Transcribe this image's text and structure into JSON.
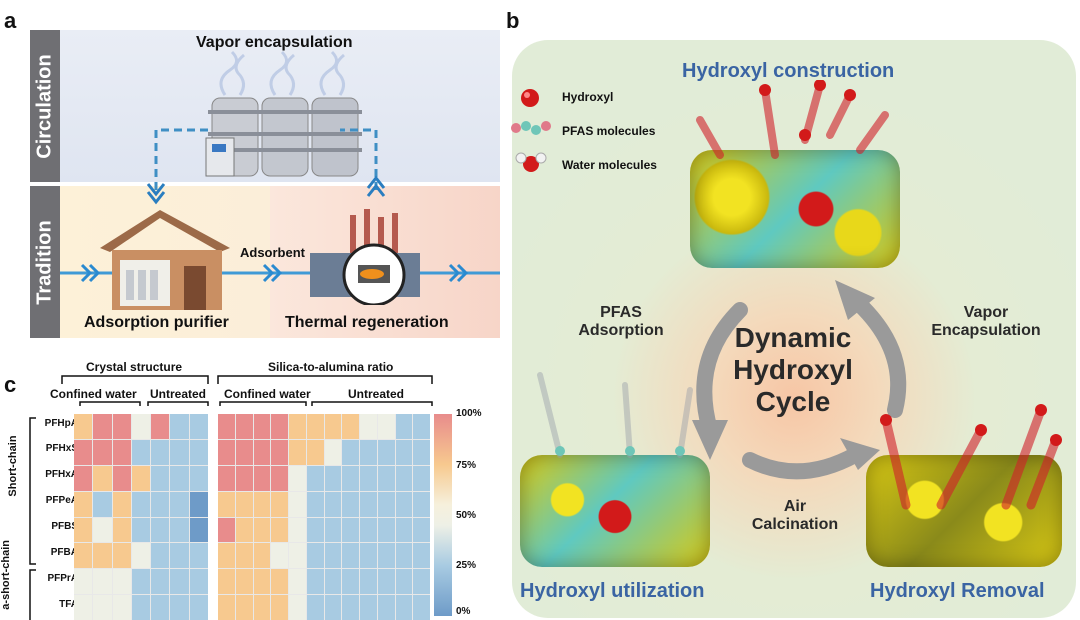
{
  "panel_a": {
    "label": "a",
    "circulation": "Circulation",
    "tradition": "Tradition",
    "vapor": "Vapor encapsulation",
    "adsorbent": "Adsorbent",
    "purifier": "Adsorption purifier",
    "thermal": "Thermal regeneration"
  },
  "panel_b": {
    "label": "b",
    "top": "Hydroxyl construction",
    "legend": [
      "Hydroxyl",
      "PFAS molecules",
      "Water molecules"
    ],
    "pfas": "PFAS\nAdsorption",
    "vapor": "Vapor\nEncapsulation",
    "center": "Dynamic\nHydroxyl\nCycle",
    "air": "Air\nCalcination",
    "left": "Hydroxyl utilization",
    "right": "Hydroxyl Removal"
  },
  "panel_c": {
    "label": "c",
    "crystal": "Crystal structure",
    "silica": "Silica-to-alumina ratio",
    "confined1": "Confined water",
    "untreated1": "Untreated",
    "confined2": "Confined water",
    "untreated2": "Untreated",
    "short_chain": "Short-chain",
    "ultra_short": "Ultra-short-chain",
    "ultra_short_visible": "a-short-chain",
    "rows": [
      "PFHpA",
      "PFHxS",
      "PFHxA",
      "PFPeA",
      "PFBS",
      "PFBA",
      "PFPrA",
      "TFA"
    ],
    "colorbar_ticks": [
      "100%",
      "75%",
      "50%",
      "25%",
      "0%"
    ],
    "colors": {
      "high": "#e88c8c",
      "mid_high": "#f7c98f",
      "mid": "#eef0e6",
      "low": "#a8cbe2",
      "lowest": "#6e9bc8"
    },
    "left_matrix": [
      [
        70,
        100,
        100,
        35,
        90,
        30,
        20
      ],
      [
        100,
        85,
        100,
        30,
        30,
        25,
        15
      ],
      [
        100,
        75,
        100,
        60,
        20,
        20,
        15
      ],
      [
        65,
        30,
        70,
        25,
        20,
        20,
        10
      ],
      [
        55,
        35,
        60,
        25,
        20,
        20,
        10
      ],
      [
        60,
        60,
        60,
        35,
        20,
        20,
        20
      ],
      [
        45,
        40,
        40,
        25,
        25,
        20,
        20
      ],
      [
        40,
        40,
        40,
        20,
        20,
        20,
        20
      ]
    ],
    "right_matrix": [
      [
        100,
        100,
        100,
        100,
        60,
        70,
        70,
        60,
        50,
        40,
        30,
        25
      ],
      [
        100,
        100,
        100,
        100,
        60,
        55,
        50,
        30,
        30,
        30,
        25,
        25
      ],
      [
        100,
        100,
        100,
        100,
        50,
        25,
        25,
        25,
        25,
        25,
        25,
        25
      ],
      [
        65,
        65,
        60,
        60,
        50,
        25,
        25,
        25,
        25,
        25,
        25,
        25
      ],
      [
        90,
        70,
        70,
        55,
        40,
        25,
        25,
        25,
        25,
        25,
        25,
        25
      ],
      [
        70,
        70,
        70,
        50,
        40,
        25,
        25,
        25,
        25,
        25,
        25,
        25
      ],
      [
        70,
        70,
        70,
        65,
        50,
        25,
        25,
        25,
        25,
        25,
        25,
        25
      ],
      [
        65,
        65,
        65,
        55,
        40,
        25,
        25,
        25,
        25,
        25,
        25,
        25
      ]
    ]
  }
}
